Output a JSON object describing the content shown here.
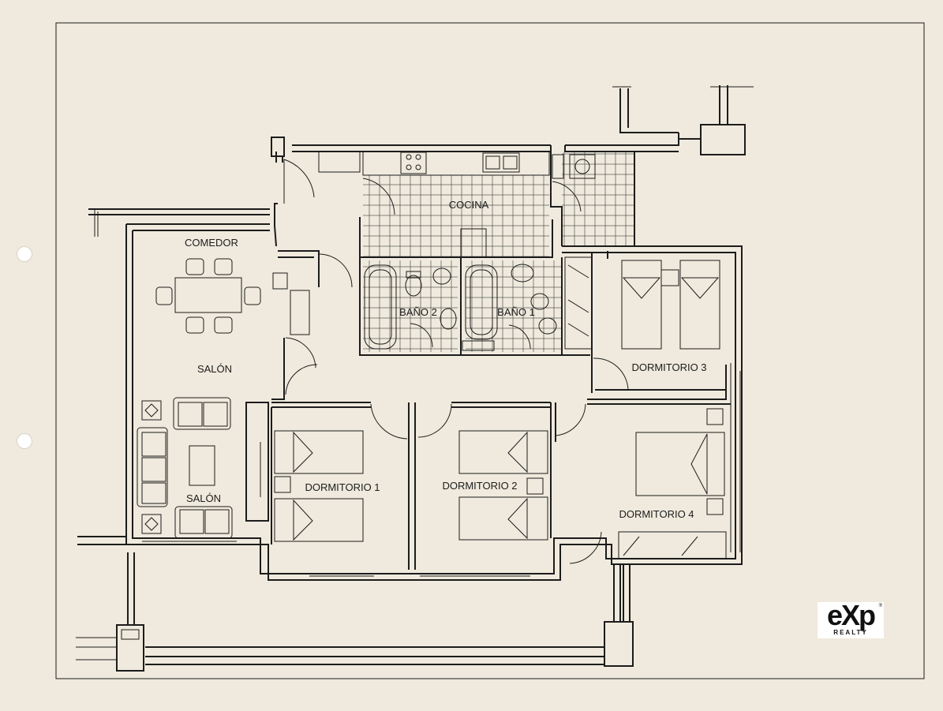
{
  "rooms": {
    "cocina": "COCINA",
    "comedor": "COMEDOR",
    "salon_upper": "SALÓN",
    "salon_lower": "SALÓN",
    "bano2": "BAÑO 2",
    "bano1": "BAÑO 1",
    "dormitorio1": "DORMITORIO 1",
    "dormitorio2": "DORMITORIO 2",
    "dormitorio3": "DORMITORIO 3",
    "dormitorio4": "DORMITORIO 4"
  },
  "logo": {
    "main": "eXp",
    "sub": "REALTY",
    "reg": "®"
  },
  "colors": {
    "paper": "#efeadd",
    "ink": "#1c1c1c"
  }
}
